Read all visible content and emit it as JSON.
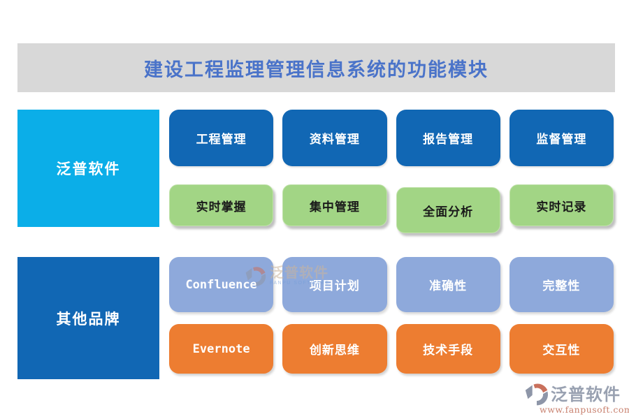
{
  "title": {
    "text": "建设工程监理管理信息系统的功能模块",
    "color": "#4a73c9",
    "bar_color": "#d8d8d8"
  },
  "left_panels": [
    {
      "label": "泛普软件",
      "color": "#0baee8"
    },
    {
      "label": "其他品牌",
      "color": "#1167b4"
    }
  ],
  "rows": [
    {
      "group": "fanpu",
      "color": "#1167b4",
      "text_color": "#ffffff",
      "items": [
        "工程管理",
        "资料管理",
        "报告管理",
        "监督管理"
      ]
    },
    {
      "group": "fanpu",
      "color": "#a2d585",
      "text_color": "#1a1a1a",
      "items": [
        "实时掌握",
        "集中管理",
        "全面分析",
        "实时记录"
      ]
    },
    {
      "group": "other",
      "color": "#8ea9db",
      "text_color": "#ffffff",
      "items": [
        "Confluence",
        "项目计划",
        "准确性",
        "完整性"
      ]
    },
    {
      "group": "other",
      "color": "#ed7d31",
      "text_color": "#ffffff",
      "items": [
        "Evernote",
        "创新思维",
        "技术手段",
        "交互性"
      ]
    }
  ],
  "watermark": {
    "brand": "泛普软件",
    "subtitle": "FANPU SOFTWARE"
  },
  "footer": {
    "brand": "泛普软件",
    "url": "www.fanpusoft.com"
  },
  "logo_colors": {
    "gray_blue": "#8e96a8",
    "red": "#c9705c"
  }
}
